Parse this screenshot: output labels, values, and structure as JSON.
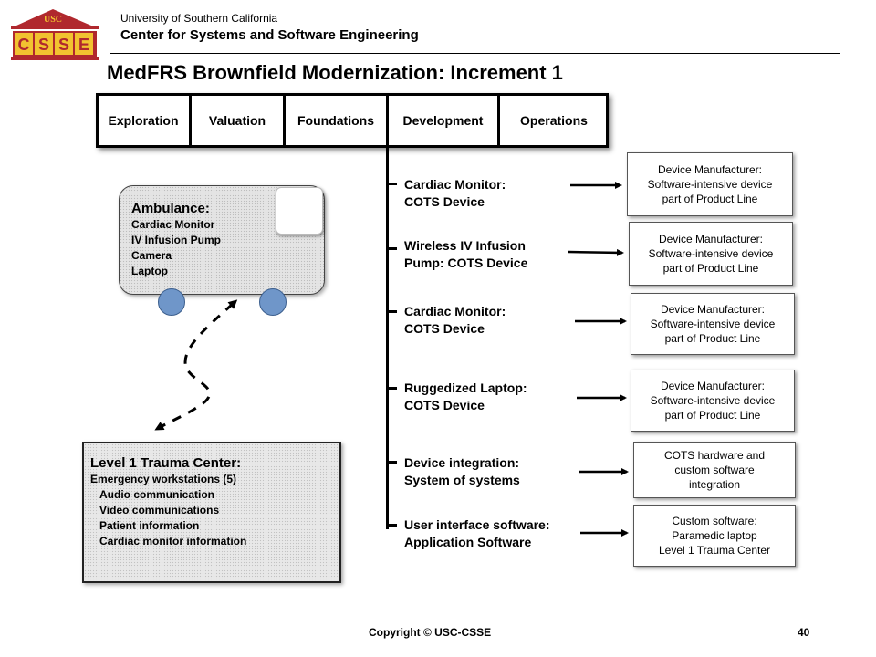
{
  "header": {
    "logo_top": "USC",
    "logo_bottom": "CSSE",
    "university": "University of Southern California",
    "center": "Center for Systems and Software Engineering"
  },
  "slide": {
    "title": "MedFRS Brownfield Modernization:  Increment 1"
  },
  "phases": [
    "Exploration",
    "Valuation",
    "Foundations",
    "Development",
    "Operations"
  ],
  "items": [
    {
      "label": "Cardiac Monitor:\nCOTS Device",
      "box": "Device Manufacturer:\nSoftware-intensive device\npart of Product Line"
    },
    {
      "label": "Wireless IV Infusion\nPump:  COTS Device",
      "box": "Device Manufacturer:\nSoftware-intensive device\npart of Product Line"
    },
    {
      "label": "Cardiac Monitor:\nCOTS Device",
      "box": "Device Manufacturer:\nSoftware-intensive device\npart of Product Line"
    },
    {
      "label": "Ruggedized Laptop:\nCOTS Device",
      "box": "Device Manufacturer:\nSoftware-intensive device\npart of Product Line"
    },
    {
      "label": "Device integration:\nSystem of systems",
      "box": "COTS hardware and\ncustom software\nintegration"
    },
    {
      "label": "User interface software:\nApplication Software",
      "box": "Custom software:\nParamedic laptop\nLevel 1 Trauma Center"
    }
  ],
  "ambulance": {
    "title": "Ambulance:",
    "lines": [
      "Cardiac Monitor",
      "IV Infusion Pump",
      "Camera",
      "Laptop"
    ]
  },
  "trauma": {
    "title": "Level 1 Trauma Center:",
    "subtitle": "Emergency workstations (5)",
    "lines": [
      "Audio communication",
      "Video communications",
      "Patient information",
      "Cardiac monitor information"
    ]
  },
  "footer": {
    "copyright": "Copyright © USC-CSSE",
    "page": "40"
  },
  "colors": {
    "logo_red": "#b0282e",
    "logo_gold": "#f2c230",
    "wheel_blue": "#6f96c9"
  }
}
